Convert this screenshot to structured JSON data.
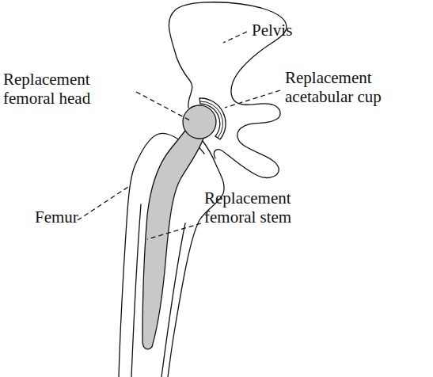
{
  "diagram": {
    "labels": [
      "Pelvis",
      "Replacement femoral head",
      "Replacement acetabular cup",
      "Femur",
      "Replacement femoral stem"
    ]
  }
}
